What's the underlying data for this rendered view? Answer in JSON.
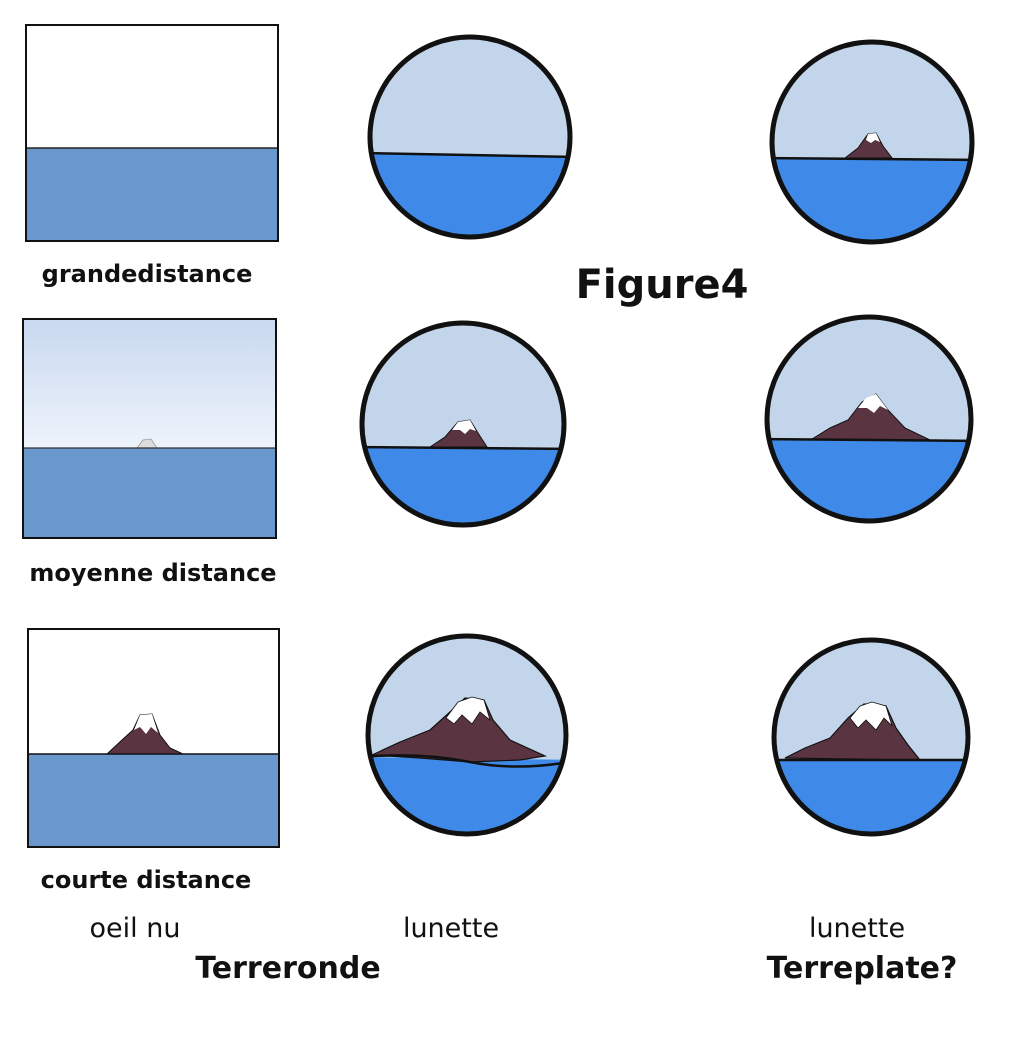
{
  "title": "Figure4",
  "rows": [
    {
      "label": "grandedistance"
    },
    {
      "label": "moyenne distance"
    },
    {
      "label": "courte distance"
    }
  ],
  "columns": {
    "naked_eye": "oeil nu",
    "telescope_round": "lunette",
    "telescope_flat": "lunette"
  },
  "groups": {
    "round_earth": "Terreronde",
    "flat_earth": "Terreplate?"
  },
  "colors": {
    "sky_circle": "#c3d5ea",
    "water_circle": "#3f8ae8",
    "water_rect": "#6b98cc",
    "mountain": "#5a3541",
    "snow": "#ffffff"
  }
}
